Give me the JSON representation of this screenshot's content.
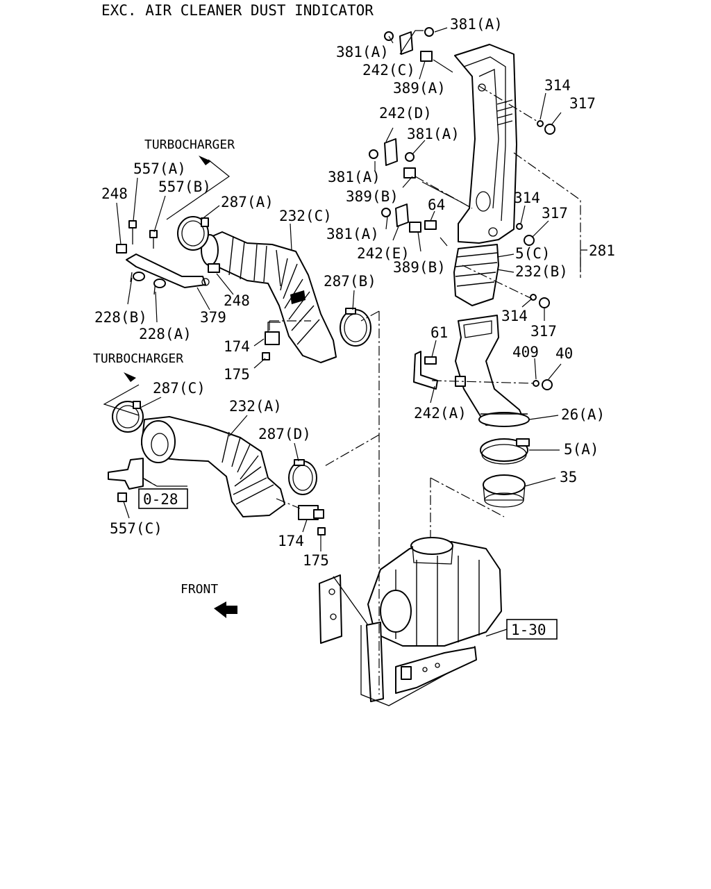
{
  "header": {
    "title": "EXC. AIR CLEANER DUST INDICATOR"
  },
  "annotations": {
    "turbo_top": "TURBOCHARGER",
    "turbo_mid": "TURBOCHARGER",
    "front": "FRONT"
  },
  "refs": {
    "ref_028": "0-28",
    "ref_130": "1-30"
  },
  "labels": {
    "l381a_top": "381(A)",
    "l381a_left_top": "381(A)",
    "l242c": "242(C)",
    "l389a": "389(A)",
    "l314_top": "314",
    "l317_top": "317",
    "l242d": "242(D)",
    "l381a_mid": "381(A)",
    "l381a_mid_left": "381(A)",
    "l389b_top": "389(B)",
    "l64": "64",
    "l314_mid": "314",
    "l317_mid": "317",
    "l381a_low": "381(A)",
    "l242e": "242(E)",
    "l389b_low": "389(B)",
    "l5c": "5(C)",
    "l281": "281",
    "l232b": "232(B)",
    "l314_low": "314",
    "l317_low": "317",
    "l61": "61",
    "l409": "409",
    "l40": "40",
    "l242a": "242(A)",
    "l26a": "26(A)",
    "l5a": "5(A)",
    "l35": "35",
    "l557a": "557(A)",
    "l557b": "557(B)",
    "l248_left": "248",
    "l287a": "287(A)",
    "l232c": "232(C)",
    "l287b": "287(B)",
    "l248_mid": "248",
    "l379": "379",
    "l228b": "228(B)",
    "l228a": "228(A)",
    "l174_top": "174",
    "l175_top": "175",
    "l287c": "287(C)",
    "l232a": "232(A)",
    "l287d": "287(D)",
    "l557c": "557(C)",
    "l174_low": "174",
    "l175_low": "175"
  }
}
